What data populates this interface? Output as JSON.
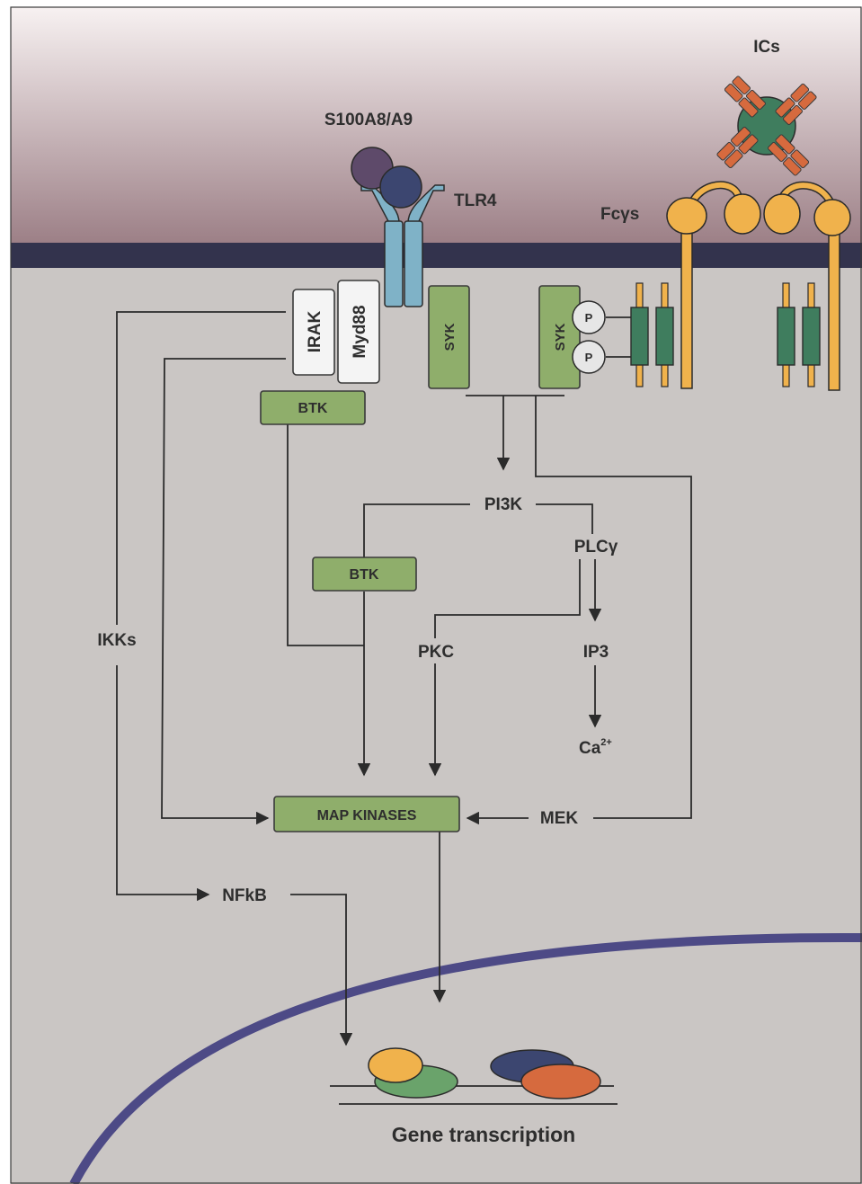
{
  "labels": {
    "ics": "ICs",
    "s100": "S100A8/A9",
    "tlr4": "TLR4",
    "fcgr": "Fcγs",
    "irak": "IRAK",
    "myd88": "Myd88",
    "syk_left": "SYK",
    "syk_right": "SYK",
    "p1": "P",
    "p2": "P",
    "btk_top": "BTK",
    "btk_mid": "BTK",
    "pi3k": "PI3K",
    "plcg": "PLCγ",
    "pkc": "PKC",
    "ip3": "IP3",
    "ca": "Ca",
    "ca_sup": "2+",
    "ikks": "IKKs",
    "map_kinases": "MAP KINASES",
    "mek": "MEK",
    "nfkb": "NFkB",
    "gene_transcription": "Gene transcription"
  },
  "colors": {
    "outside_top": "#f7f1f1",
    "outside_bottom": "#9c7f86",
    "cytoplasm": "#cac6c4",
    "membrane": "#33334d",
    "nucleus_edge": "#4d4a86",
    "green_box": "#8fae6b",
    "receptor_blue": "#7fb2c7",
    "fc_orange": "#f0b24c",
    "ic_green": "#3f7d5e",
    "ic_red": "#d66a3e",
    "s100_purple": "#5e4a6a",
    "s100_navy": "#3c4670",
    "tf_yellow": "#f0b24c",
    "tf_green": "#6aa36b",
    "tf_navy": "#3c4670",
    "tf_orange": "#d66a3e"
  }
}
